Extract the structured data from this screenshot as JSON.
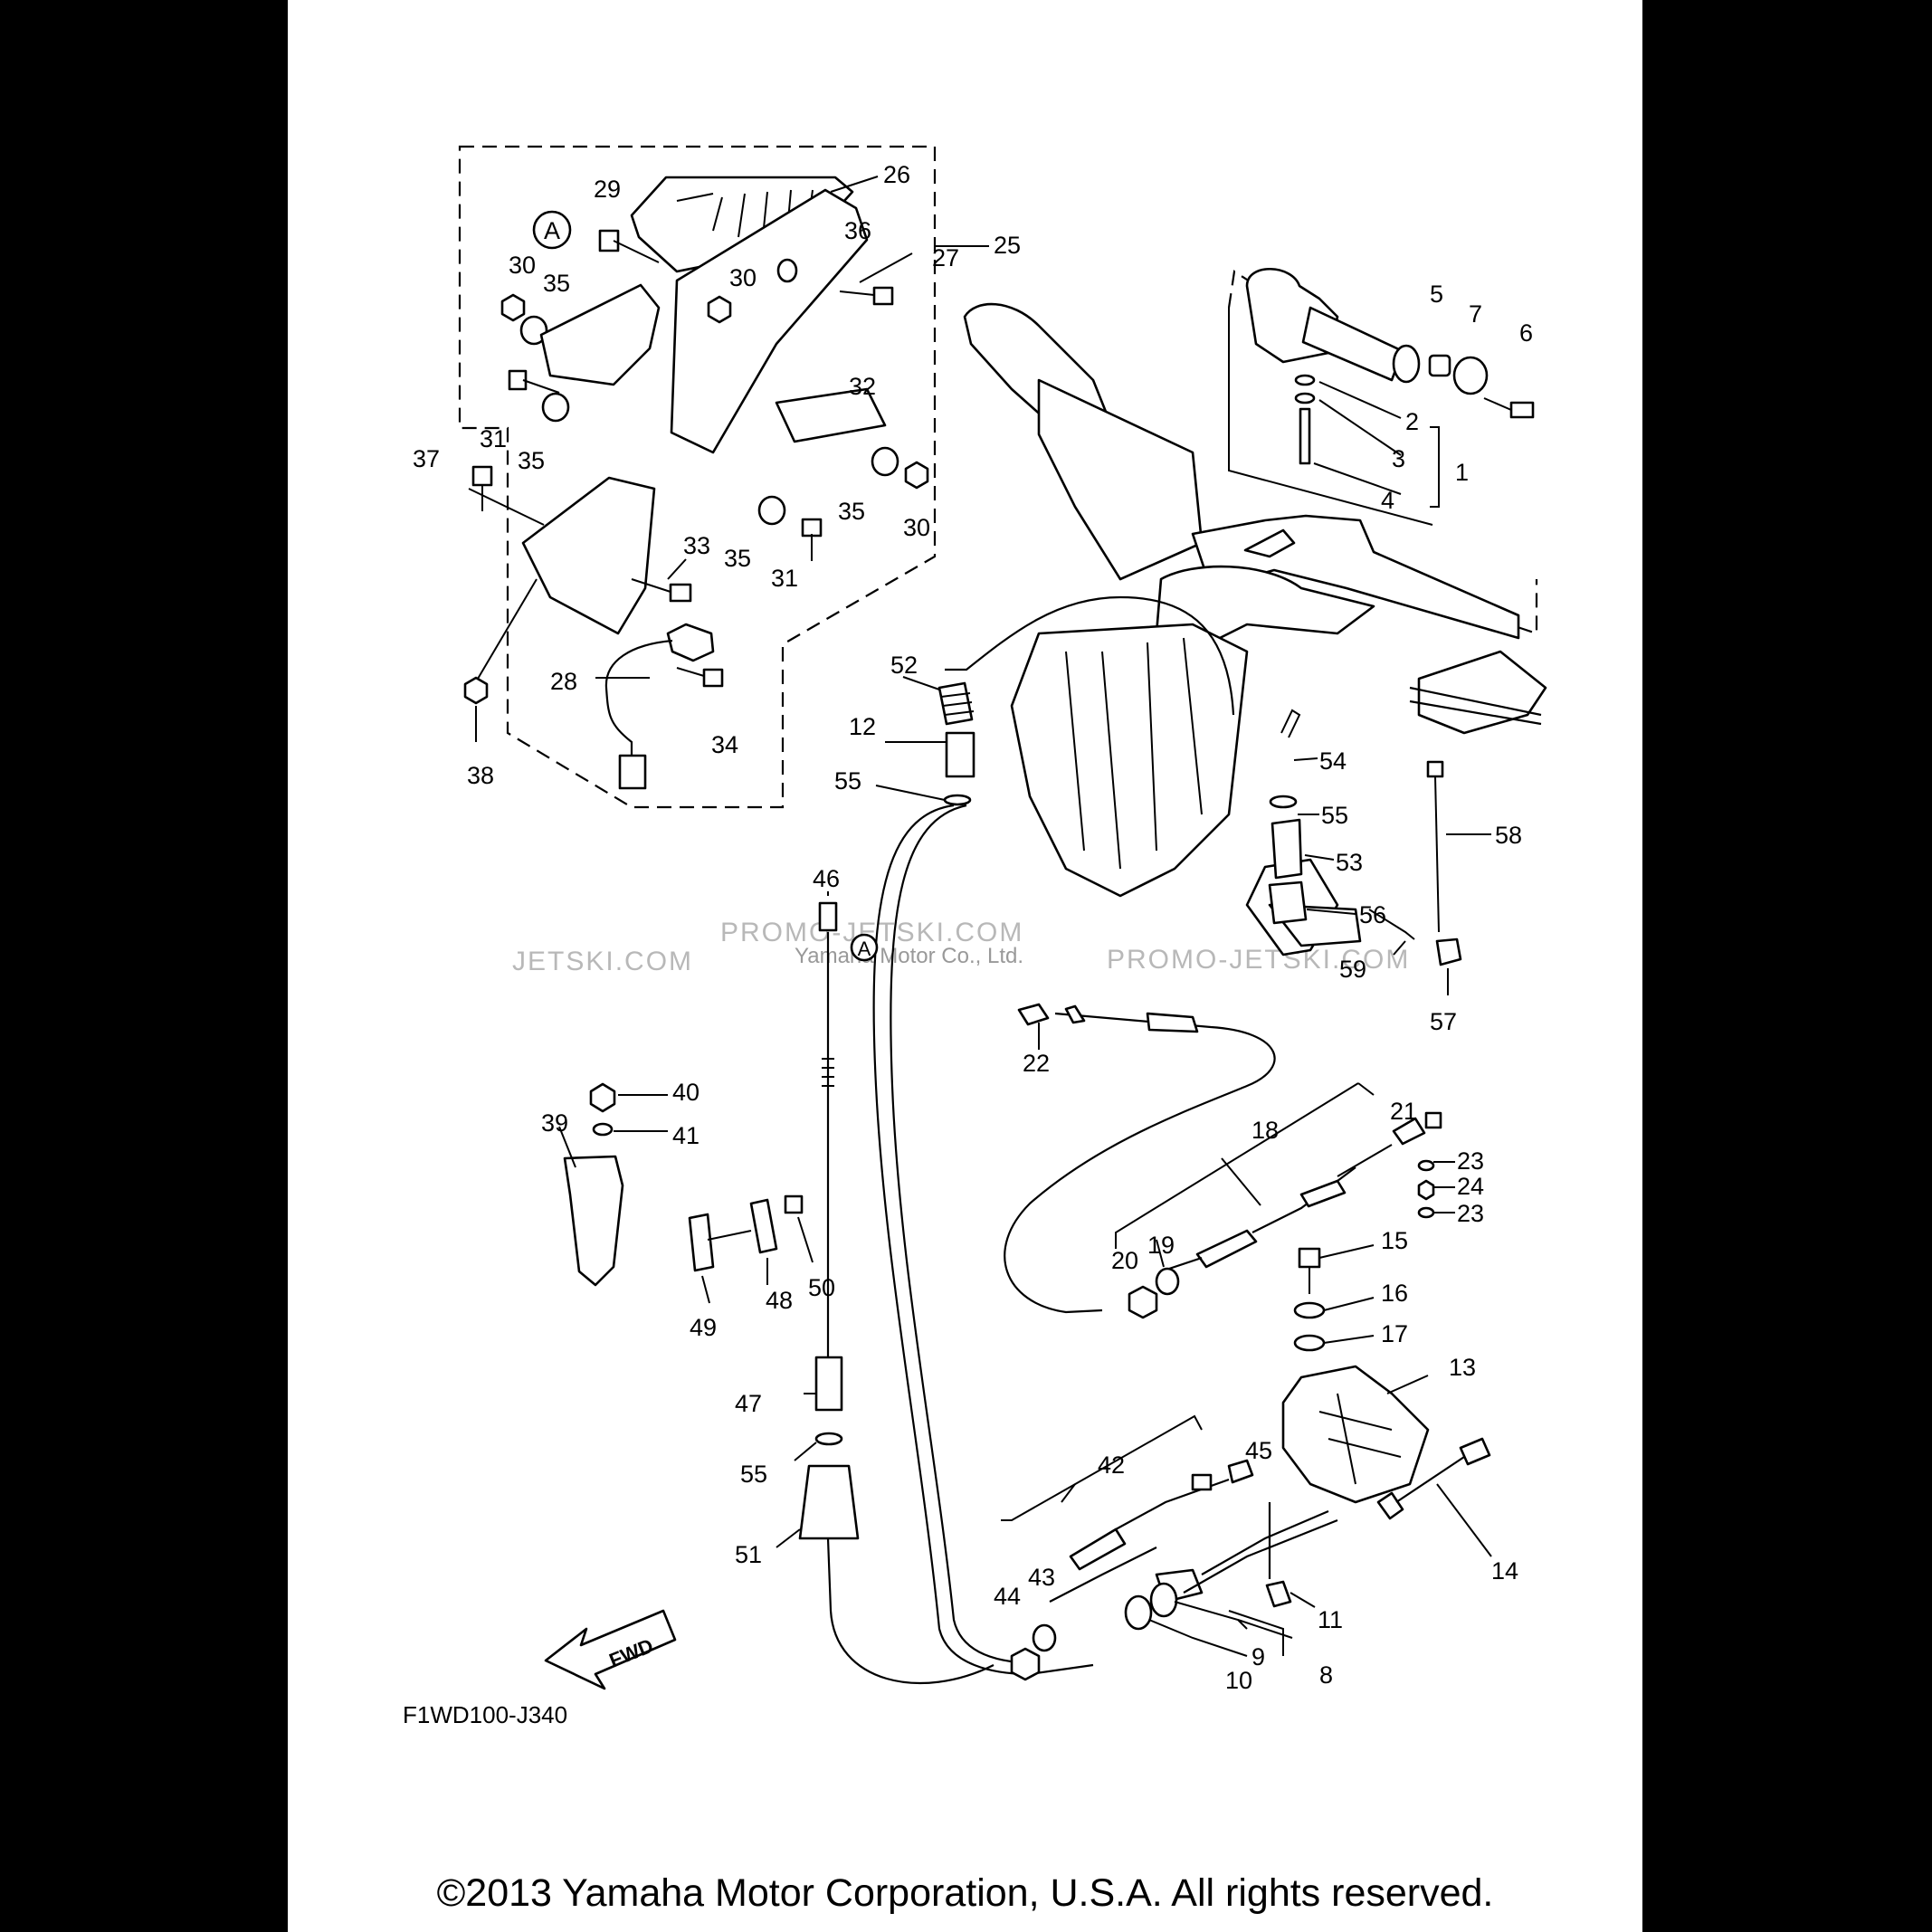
{
  "diagram": {
    "code": "F1WD100-J340",
    "copyright": "©2013 Yamaha Motor Corporation, U.S.A. All rights reserved.",
    "watermark_left": "JETSKI.COM",
    "watermark_mid": "PROMO-JETSKI.COM",
    "watermark_right": "PROMO-JETSKI.COM",
    "watermark_overlay": "Yamaha Motor Co., Ltd.",
    "reference_marker": "A",
    "fwd_label": "FWD"
  },
  "callouts": {
    "c1": "1",
    "c2": "2",
    "c3": "3",
    "c4": "4",
    "c5": "5",
    "c6": "6",
    "c7": "7",
    "c8": "8",
    "c9": "9",
    "c10": "10",
    "c11": "11",
    "c12": "12",
    "c13": "13",
    "c14": "14",
    "c15": "15",
    "c16": "16",
    "c17": "17",
    "c18": "18",
    "c19": "19",
    "c20": "20",
    "c21": "21",
    "c22": "22",
    "c23a": "23",
    "c23b": "23",
    "c24": "24",
    "c25": "25",
    "c26": "26",
    "c27": "27",
    "c28": "28",
    "c29": "29",
    "c30a": "30",
    "c30b": "30",
    "c30c": "30",
    "c31a": "31",
    "c31b": "31",
    "c32": "32",
    "c33": "33",
    "c34": "34",
    "c35a": "35",
    "c35b": "35",
    "c35c": "35",
    "c35d": "35",
    "c36": "36",
    "c37": "37",
    "c38": "38",
    "c39": "39",
    "c40": "40",
    "c41": "41",
    "c42": "42",
    "c43": "43",
    "c44": "44",
    "c45": "45",
    "c46": "46",
    "c47": "47",
    "c48": "48",
    "c49": "49",
    "c50": "50",
    "c51": "51",
    "c52": "52",
    "c53": "53",
    "c54": "54",
    "c55a": "55",
    "c55b": "55",
    "c55c": "55",
    "c56": "56",
    "c57": "57",
    "c58": "58",
    "c59": "59"
  }
}
